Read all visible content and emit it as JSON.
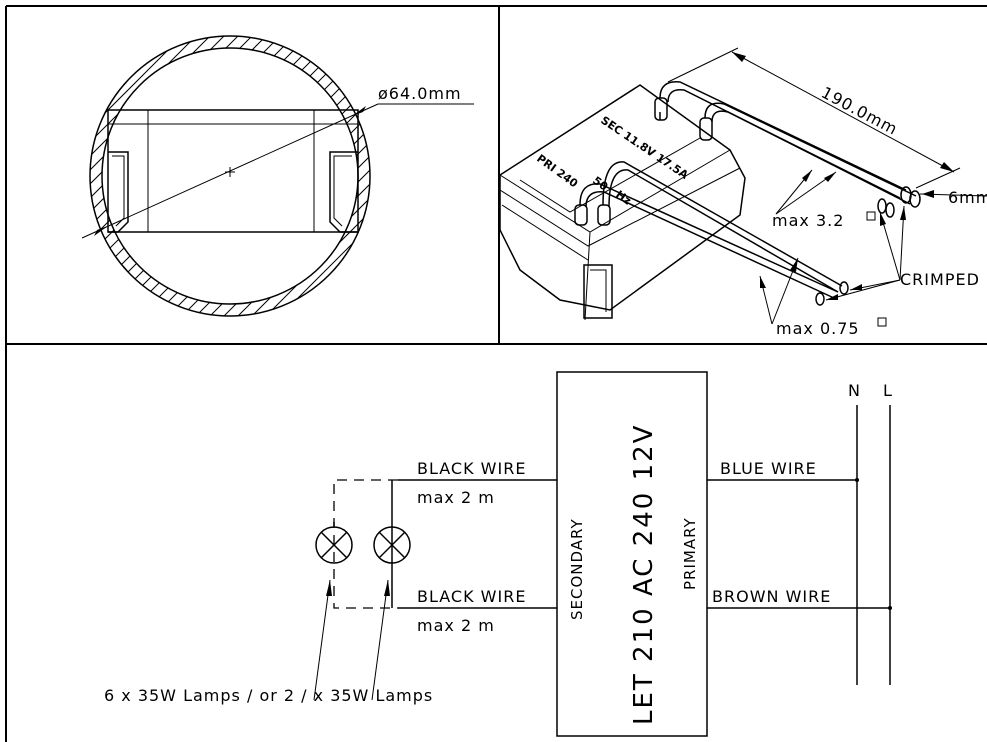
{
  "top_left": {
    "diameter_label": "ø64.0mm"
  },
  "top_right": {
    "length_label": "190.0mm",
    "wire_dia_label": "6mm",
    "secondary_marking": "SEC 11.8V 17.5A",
    "primary_marking": "PRI 240",
    "freq_marking_a": "50",
    "freq_marking_b": "Hz",
    "sec_wire_size": "max 3.2",
    "pri_wire_size": "max 0.75",
    "crimped_label": "CRIMPED"
  },
  "wiring": {
    "transformer_label": "LET 210 AC 240 12V",
    "secondary_label": "SECONDARY",
    "primary_label": "PRIMARY",
    "black_wire_top": "BLACK WIRE",
    "black_wire_top_len": "max 2 m",
    "black_wire_bottom": "BLACK WIRE",
    "black_wire_bottom_len": "max 2 m",
    "blue_wire": "BLUE WIRE",
    "brown_wire": "BROWN WIRE",
    "neutral": "N",
    "live": "L",
    "lamp_note": "6 x 35W Lamps / or 2 / x 35W Lamps"
  }
}
